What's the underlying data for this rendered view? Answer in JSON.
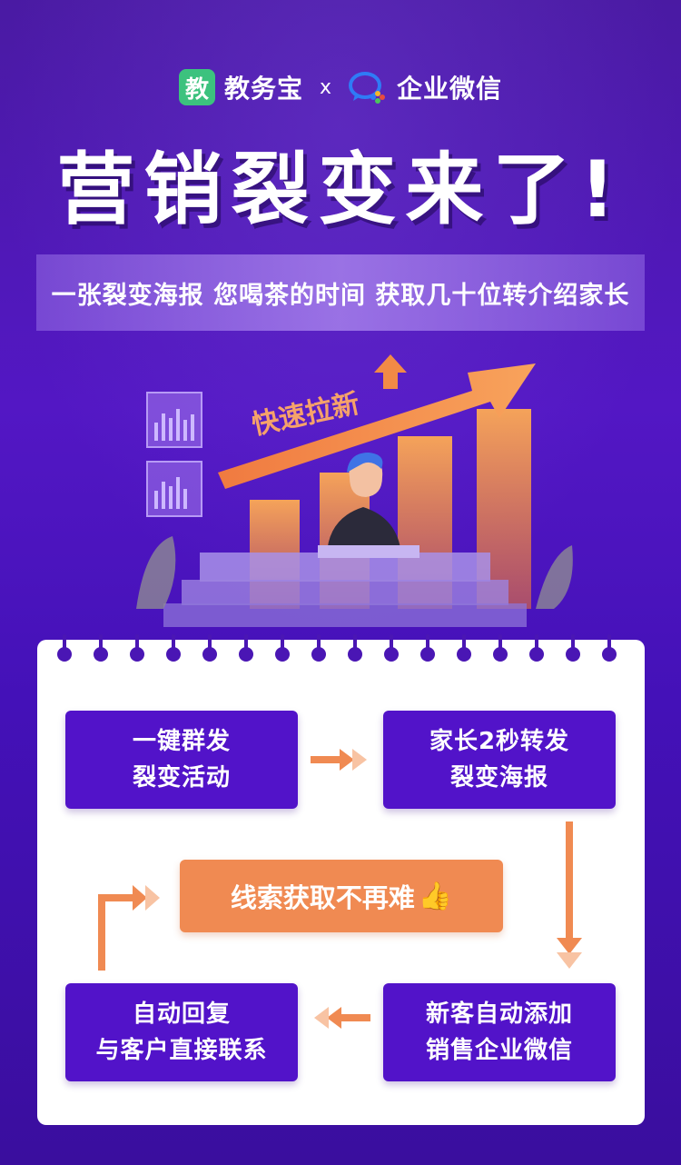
{
  "brand": {
    "left_badge": "教",
    "left_name": "教务宝",
    "separator": "x",
    "right_name": "企业微信",
    "badge_color": "#3cc27e"
  },
  "title": "营销裂变来了!",
  "subtitle": "一张裂变海报  您喝茶的时间  获取几十位转介绍家长",
  "illustration": {
    "tag": "快速拉新"
  },
  "flow": {
    "step1": [
      "一键群发",
      "裂变活动"
    ],
    "step2": [
      "家长2秒转发",
      "裂变海报"
    ],
    "step3": [
      "新客自动添加",
      "销售企业微信"
    ],
    "step4": [
      "自动回复",
      "与客户直接联系"
    ],
    "highlight": "线索获取不再难",
    "highlight_icon": "thumbs-up-icon"
  },
  "colors": {
    "step_bg": "#5213c9",
    "accent_orange": "#f08a52",
    "background": "#4a16b4"
  }
}
